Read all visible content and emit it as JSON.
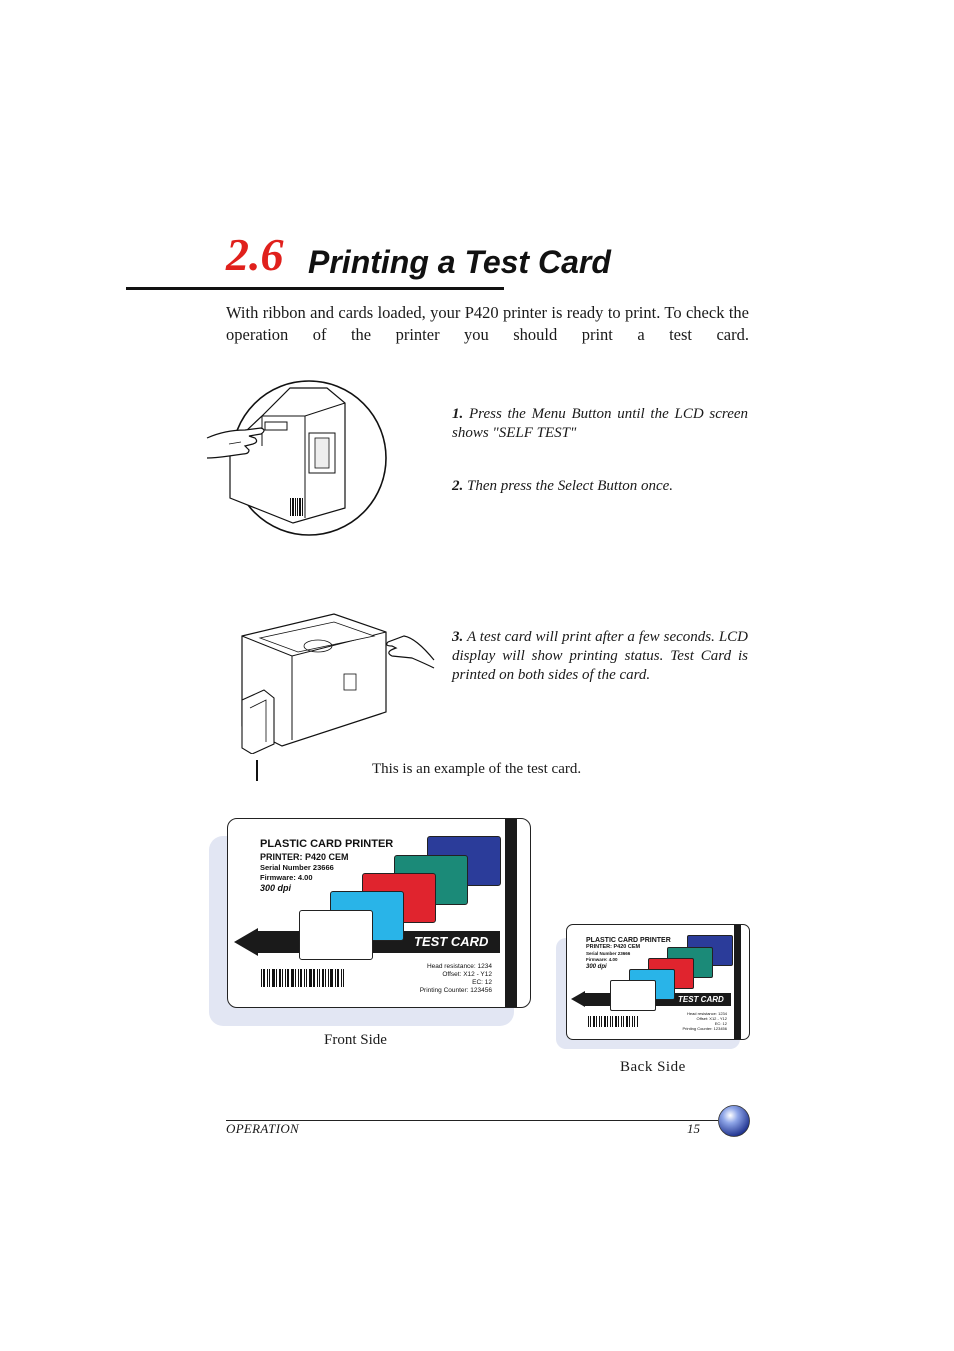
{
  "section": {
    "number": "2.6",
    "title": "Printing a Test Card"
  },
  "intro": "With ribbon and cards loaded, your P420 printer is ready to print. To check the operation of the printer you should print a test card.",
  "steps": [
    {
      "num": "1.",
      "text": "Press the Menu Button until the LCD screen shows \"SELF TEST\""
    },
    {
      "num": "2.",
      "text": "Then press the Select Button once."
    },
    {
      "num": "3.",
      "text": "A test card will print after a few seconds. LCD display will show printing status. Test Card is printed on both sides of the card."
    }
  ],
  "example_caption": "This is an example of the test card.",
  "test_card": {
    "heading": "PLASTIC CARD PRINTER",
    "printer": "PRINTER: P420 CEM",
    "serial": "Serial Number 23666",
    "firmware": "Firmware: 4.00",
    "dpi": "300 dpi",
    "band_label": "TEST CARD",
    "head_resistance": "Head resistance: 1234",
    "offset": "Offset: X12 - Y12",
    "ec": "EC: 12",
    "counter": "Printing Counter: 123456",
    "colors": {
      "blue": "#2b3c9a",
      "teal": "#1b8a78",
      "red": "#e0242e",
      "cyan": "#29b4e8",
      "white": "#ffffff"
    }
  },
  "labels": {
    "front": "Front Side",
    "back": "Back Side"
  },
  "footer": {
    "section": "OPERATION",
    "page": "15"
  }
}
